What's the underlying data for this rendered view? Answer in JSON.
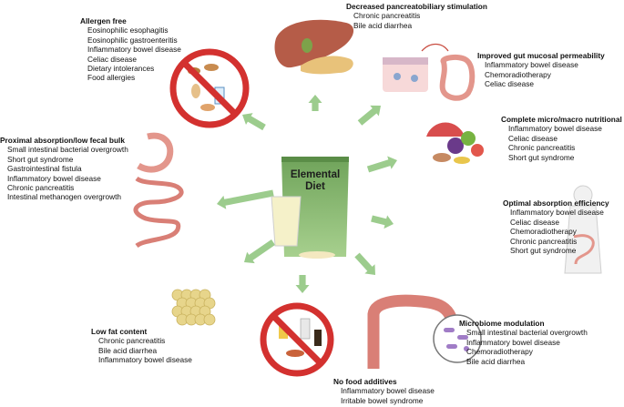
{
  "center": {
    "title_line1": "Elemental",
    "title_line2": "Diet"
  },
  "blocks": [
    {
      "title": "Allergen free",
      "items": [
        "Eosinophilic esophagitis",
        "Eosinophilic gastroenteritis",
        "Inflammatory bowel disease",
        "Celiac disease",
        "Dietary intolerances",
        "Food allergies"
      ]
    },
    {
      "title": "Decreased pancreatobiliary stimulation",
      "items": [
        "Chronic pancreatitis",
        "Bile acid diarrhea"
      ]
    },
    {
      "title": "Improved gut mucosal permeability",
      "items": [
        "Inflammatory bowel disease",
        "Chemoradiotherapy",
        "Celiac disease"
      ]
    },
    {
      "title": "Complete micro/macro nutritional content",
      "items": [
        "Inflammatory bowel disease",
        "Celiac disease",
        "Chronic pancreatitis",
        "Short gut syndrome"
      ]
    },
    {
      "title": "Proximal absorption/low fecal bulk",
      "items": [
        "Small intestinal bacterial overgrowth",
        "Short gut syndrome",
        "Gastrointestinal fistula",
        "Inflammatory bowel disease",
        "Chronic pancreatitis",
        "Intestinal methanogen overgrowth"
      ]
    },
    {
      "title": "Optimal absorption efficiency",
      "items": [
        "Inflammatory bowel disease",
        "Celiac disease",
        "Chemoradiotherapy",
        "Chronic pancreatitis",
        "Short gut syndrome"
      ]
    },
    {
      "title": "Low fat content",
      "items": [
        "Chronic pancreatitis",
        "Bile acid diarrhea",
        "Inflammatory bowel disease"
      ]
    },
    {
      "title": "Microbiome modulation",
      "items": [
        "Small intestinal bacterial overgrowth",
        "Inflammatory bowel disease",
        "Chemoradiotherapy",
        "Bile acid diarrhea"
      ]
    },
    {
      "title": "No food additives",
      "items": [
        "Inflammatory bowel disease",
        "Irritable bowel syndrome"
      ]
    }
  ],
  "colors": {
    "arrow": "#9ccc8d",
    "prohibit": "#d3312f",
    "packet": "#8dbf73",
    "intestine": "#e3968c",
    "liver": "#b55c48",
    "pancreas": "#e8c27a",
    "fat": "#e7d58b"
  }
}
